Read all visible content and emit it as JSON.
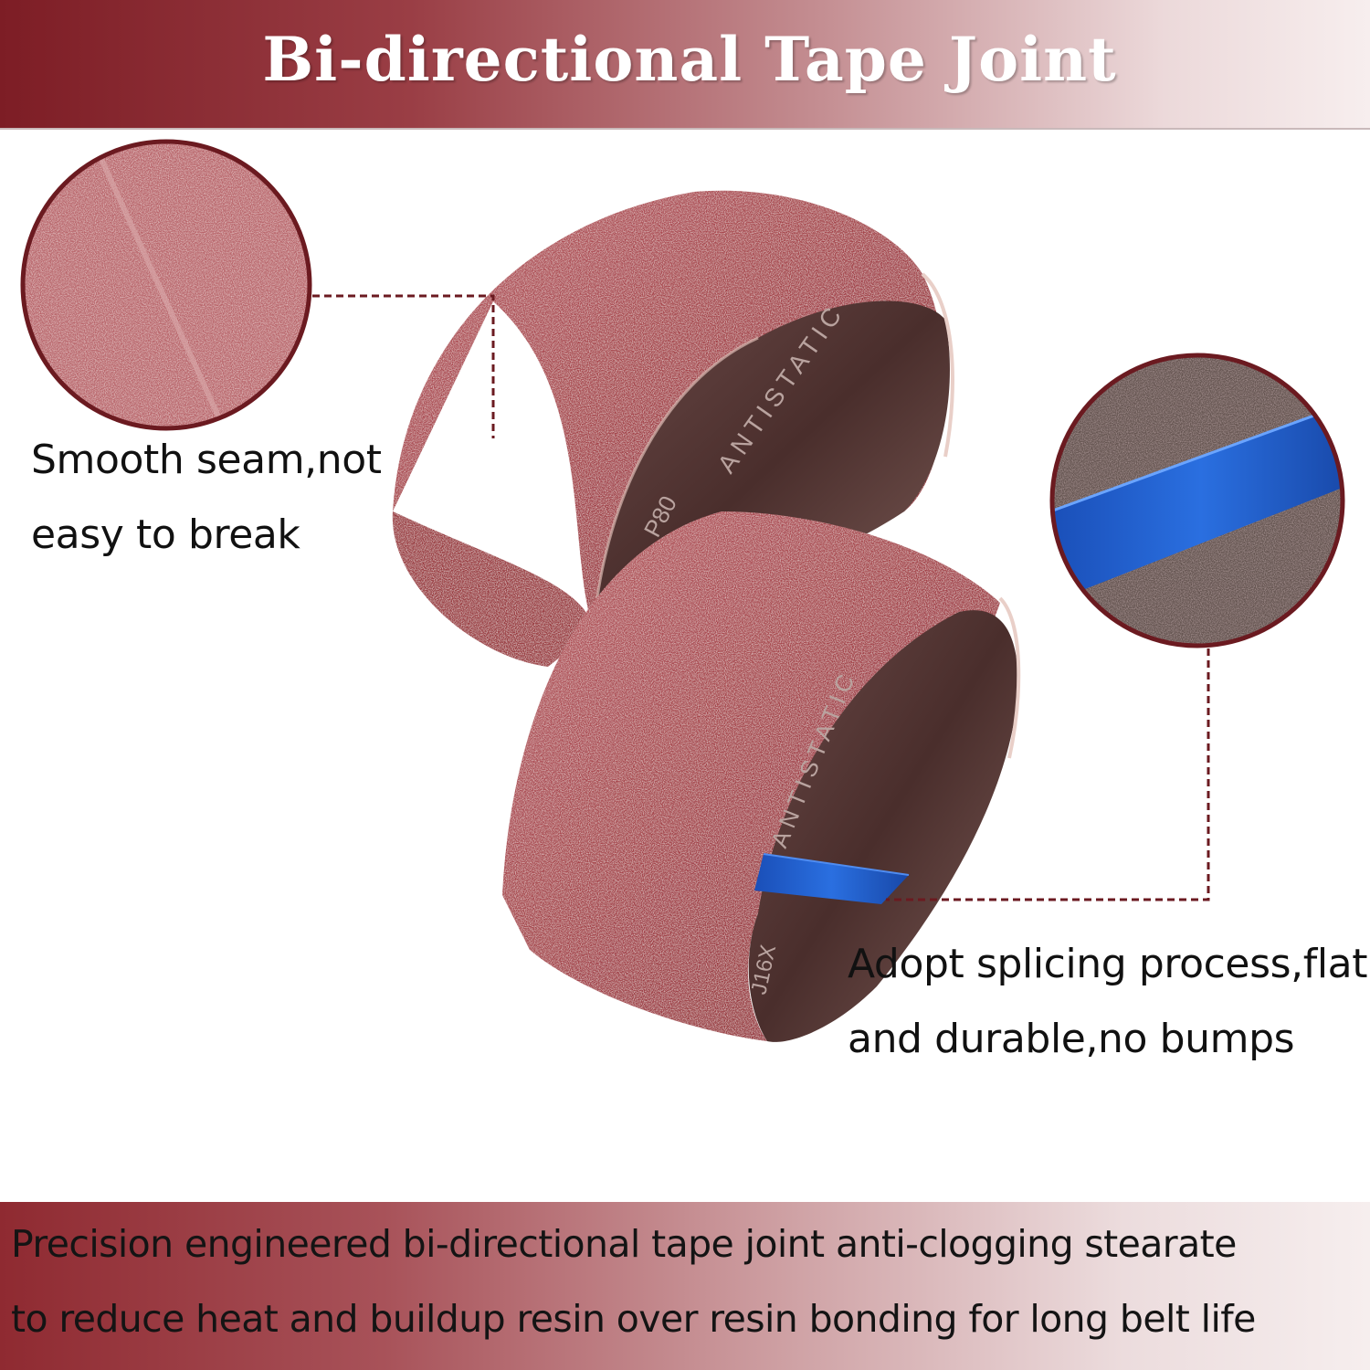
{
  "header": {
    "title": "Bi-directional Tape Joint"
  },
  "callouts": {
    "seam": {
      "line1": "Smooth seam,not",
      "line2": "easy to break"
    },
    "splice": {
      "line1": "Adopt splicing process,flat",
      "line2": "and durable,no bumps"
    }
  },
  "belt_print": {
    "back_grit": "P80",
    "back_brand": "ANTISTATIC",
    "front_brand": "ANTISTATIC",
    "front_code": "J16X"
  },
  "footer": {
    "line1": "Precision engineered bi-directional tape joint anti-clogging stearate",
    "line2": "to reduce heat and buildup resin over resin bonding for long belt life"
  },
  "colors": {
    "brand_red": "#7d1d25",
    "abrasive": "#a8484f",
    "splice_tape": "#1f5fd0",
    "connector": "#6b1a20"
  }
}
